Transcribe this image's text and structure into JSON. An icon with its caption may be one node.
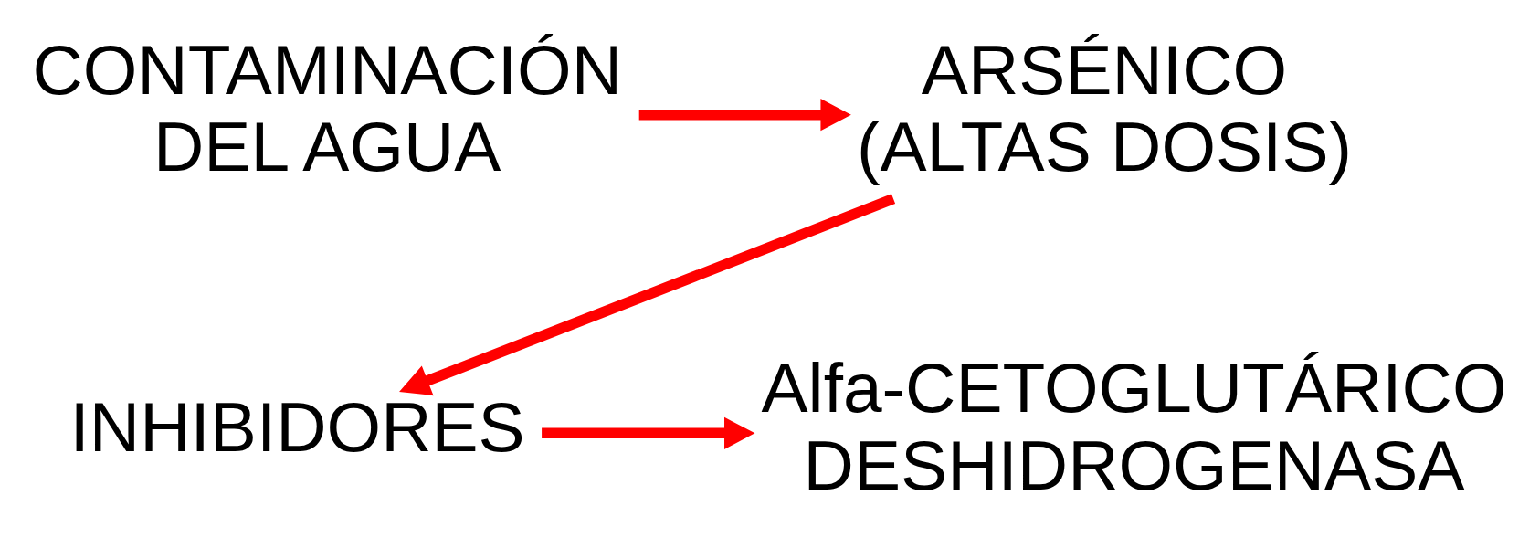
{
  "diagram": {
    "nodes": [
      {
        "text": [
          "CONTAMINACIÓN DEL AGUA"
        ]
      },
      {
        "text": [
          "ARSÉNICO (ALTAS DOSIS)"
        ]
      },
      {
        "text": [
          "INHIBIDORES"
        ]
      },
      {
        "text": [
          "Alfa-CETOGLUTÁRICO DESHIDROGENASA"
        ]
      }
    ],
    "edges": [
      {
        "from": 0,
        "to": 1,
        "arrow": "to"
      },
      {
        "from": 1,
        "to": 2,
        "arrow": "to"
      },
      {
        "from": 2,
        "to": 3,
        "arrow": "to"
      }
    ]
  }
}
